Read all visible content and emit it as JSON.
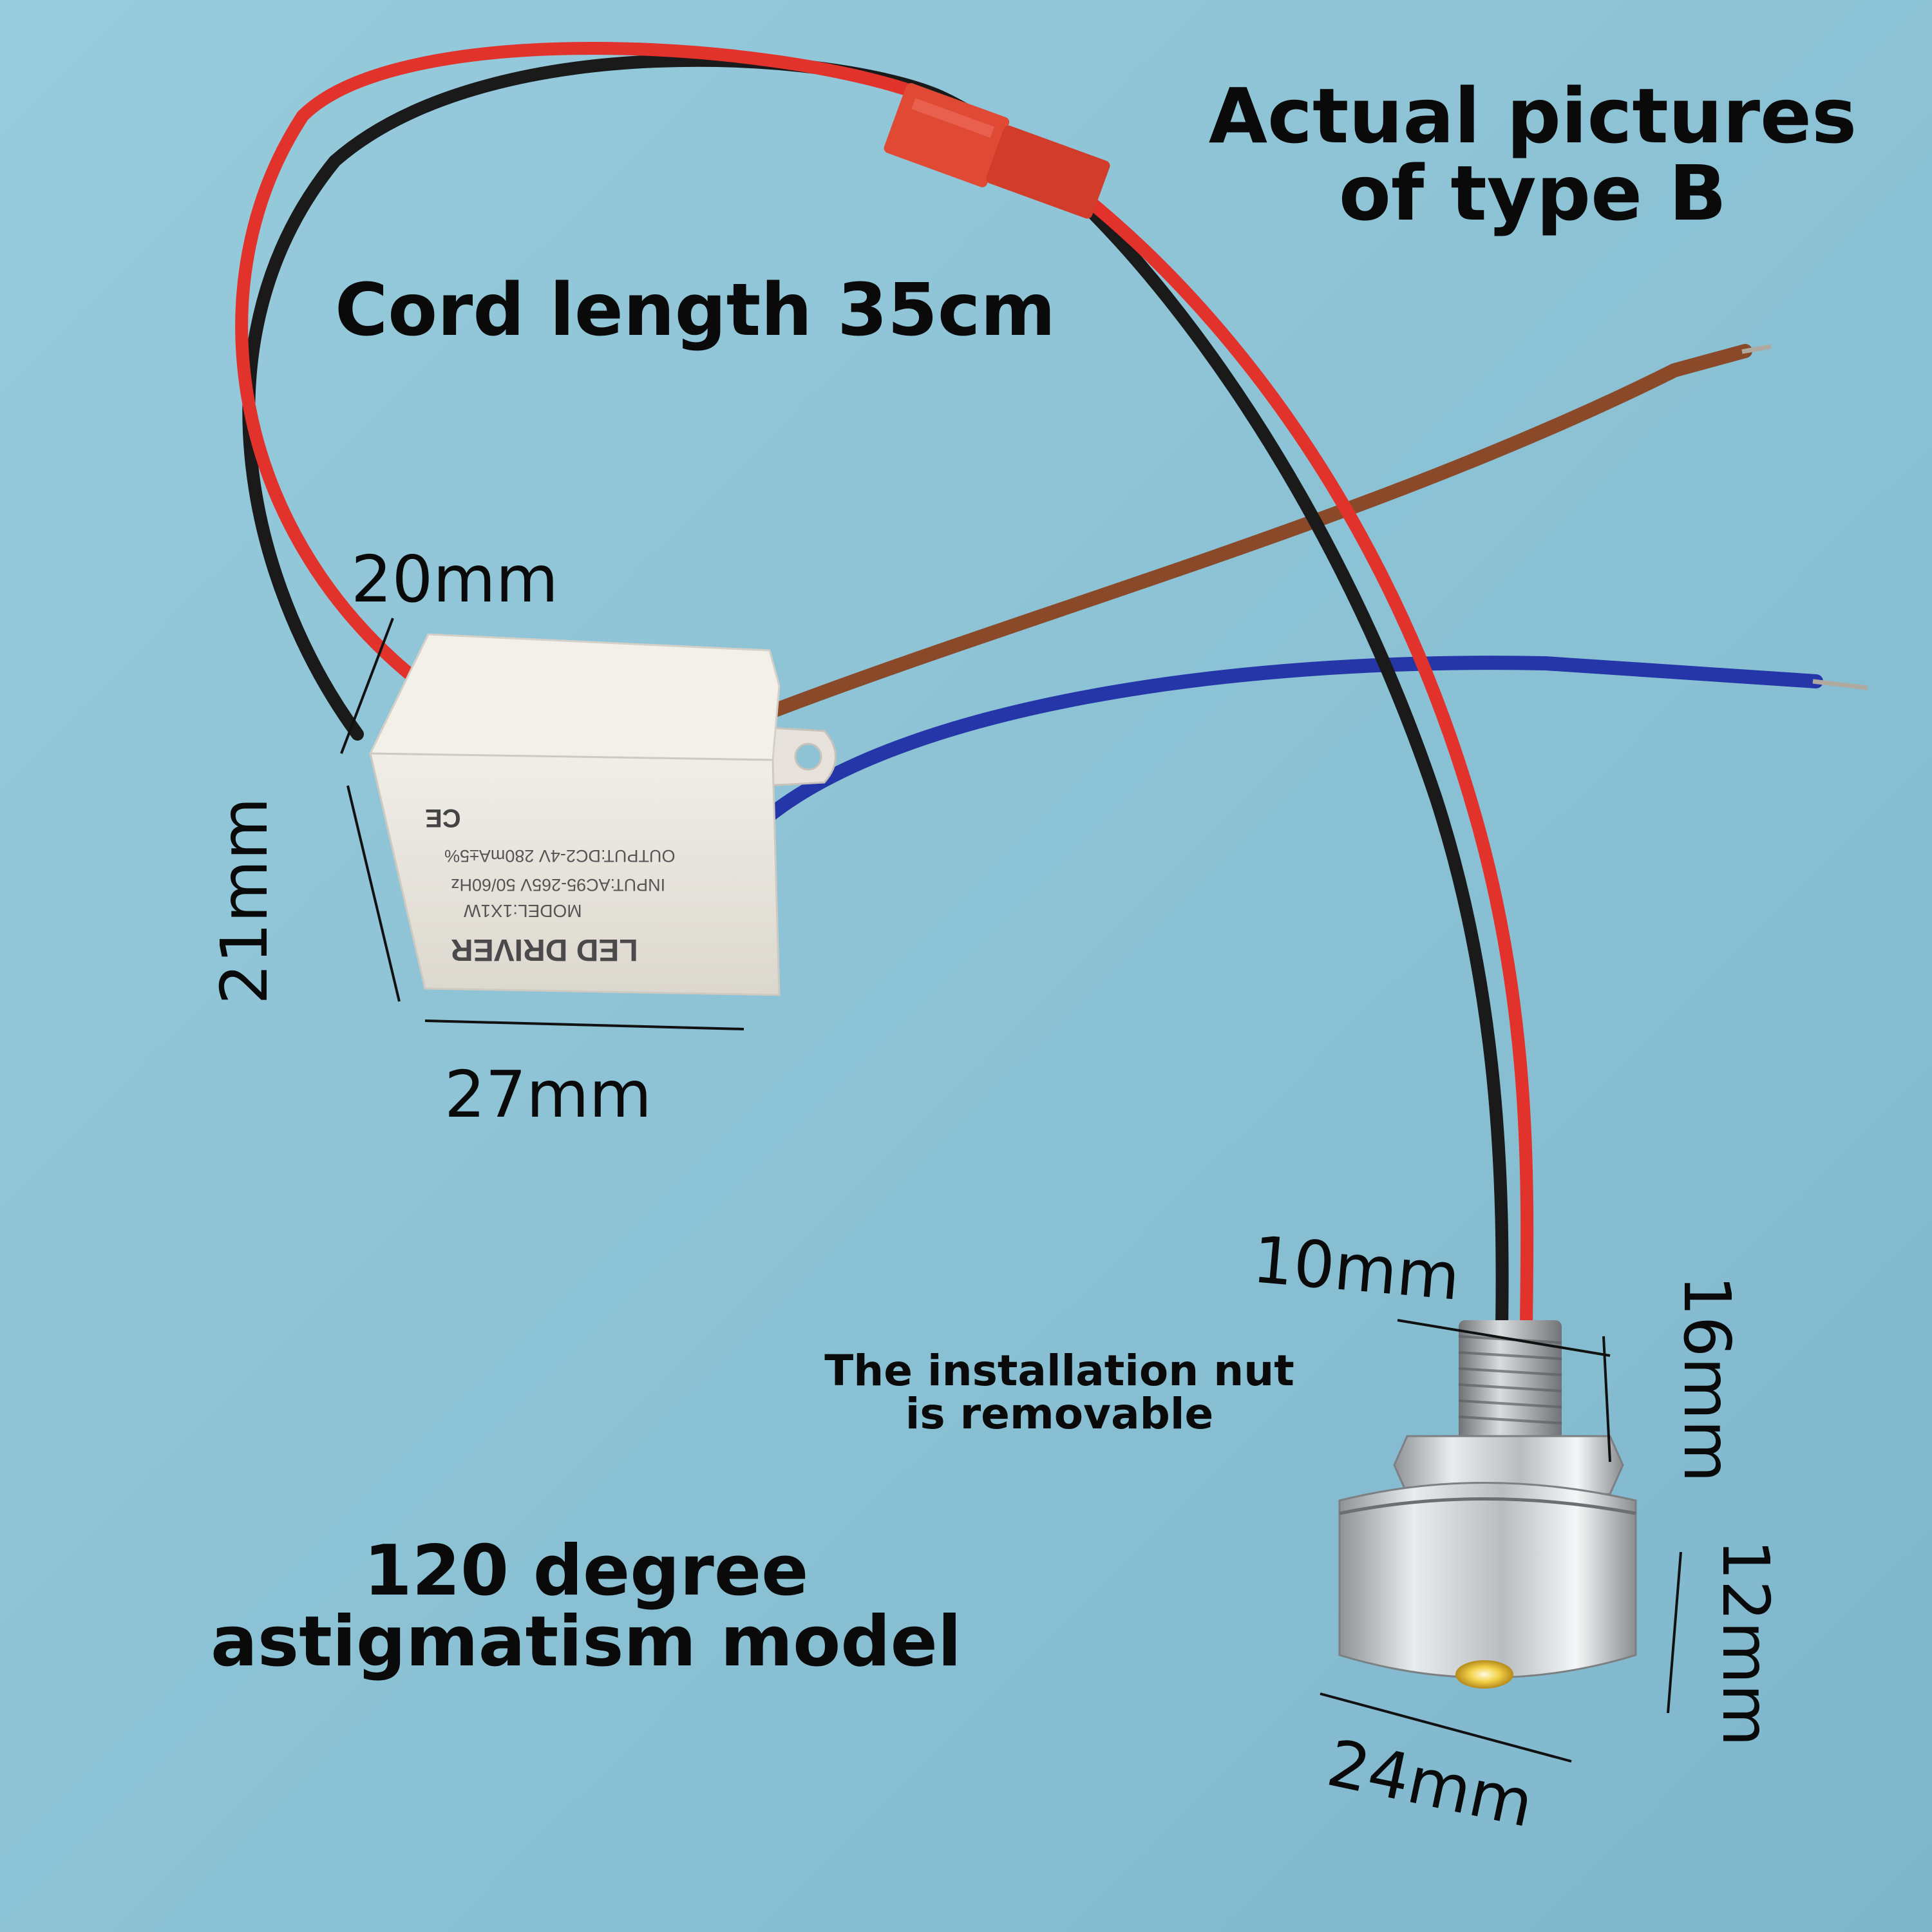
{
  "callouts": {
    "title": "Actual pictures of type B",
    "cord_length": "Cord length 35cm",
    "nut_note": "The installation nut is removable",
    "model_note": "120 degree astigmatism model"
  },
  "dimensions": {
    "driver_depth": "20mm",
    "driver_height": "21mm",
    "driver_width": "27mm",
    "thread_diameter": "10mm",
    "thread_length": "16mm",
    "lamp_height": "12mm",
    "lamp_diameter": "24mm"
  },
  "driver_print": {
    "title": "LED DRIVER",
    "model": "MODEL:1X1W",
    "input": "INPUT:AC95-265V 50/60Hz",
    "output": "OUTPUT:DC2-4V 280mA±5%",
    "marks": "CE"
  },
  "colors": {
    "background": "#8ec3d6",
    "wire_red": "#e2322c",
    "wire_black": "#1a1a1a",
    "wire_brown": "#8a4a2a",
    "wire_blue": "#2436a8",
    "connector": "#e04a34",
    "driver_body": "#e8e4dc"
  }
}
